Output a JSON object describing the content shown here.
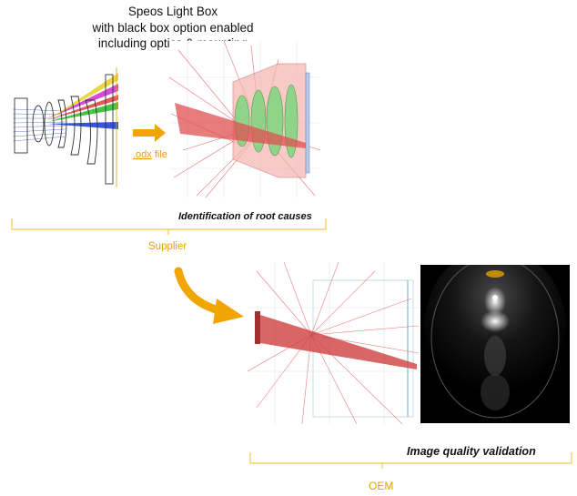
{
  "header": {
    "title_line1": "Speos Light Box",
    "title_line2": "with black box option enabled",
    "title_line3": "including optics & mounting"
  },
  "transfer": {
    "file_ext": ".odx",
    "file_word": "file"
  },
  "supplier": {
    "caption": "Identification of root causes",
    "label": "Supplier"
  },
  "oem": {
    "caption": "Image quality validation",
    "label": "OEM"
  },
  "colors": {
    "accent_orange": "#f0a500",
    "bracket_yellow": "#f2c94c",
    "ray_red": "#e05050",
    "lens_green": "#7fd67f",
    "mount_pink": "#f5b5b0"
  }
}
